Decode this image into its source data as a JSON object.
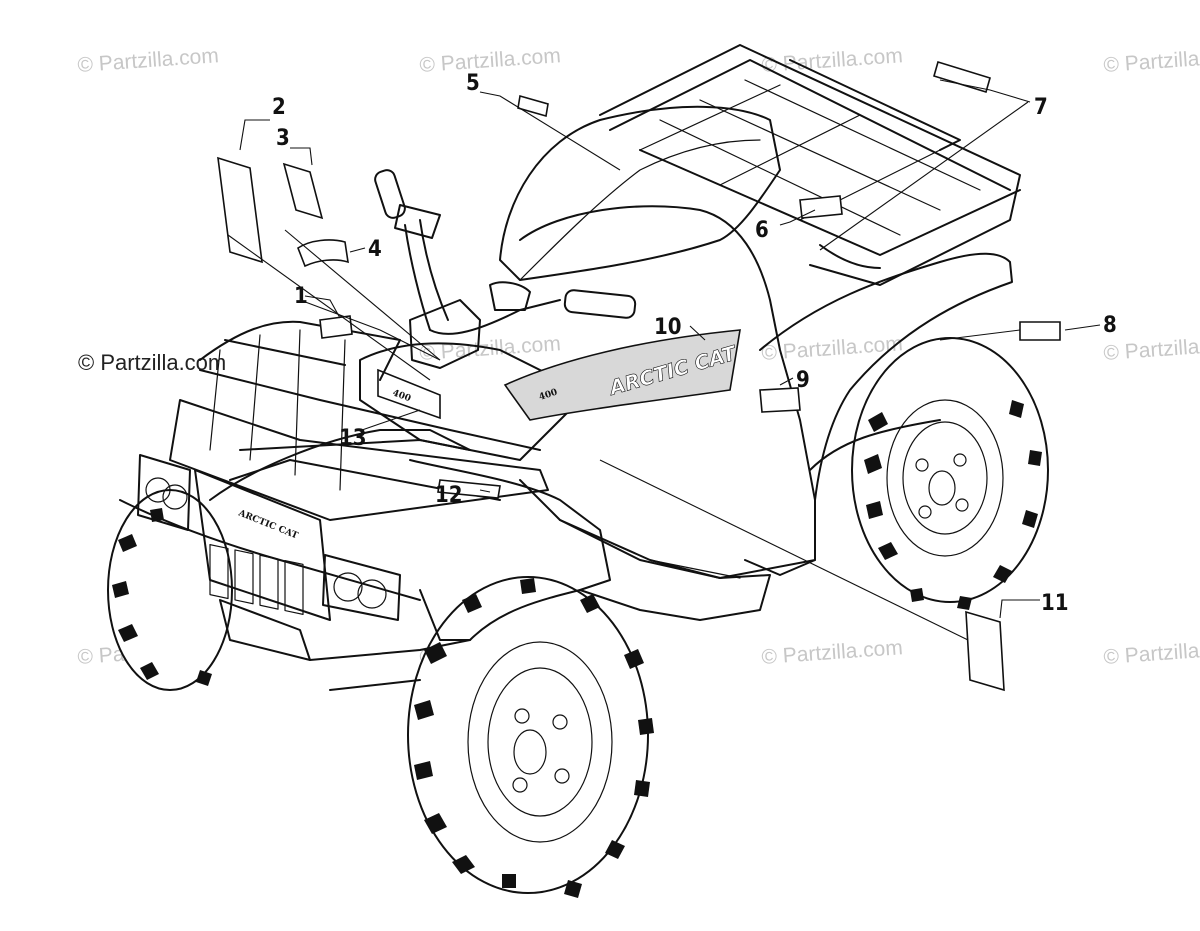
{
  "watermarks": {
    "faint": "© Partzilla.com",
    "prominent": "© Partzilla.com"
  },
  "vehicle_markings": {
    "side_brand": "ARCTIC CAT",
    "grille_brand": "ARCTIC CAT",
    "model_number": "400",
    "tank_model": "400"
  },
  "callouts": [
    "1",
    "2",
    "3",
    "4",
    "5",
    "6",
    "7",
    "8",
    "9",
    "10",
    "11",
    "12",
    "13"
  ]
}
